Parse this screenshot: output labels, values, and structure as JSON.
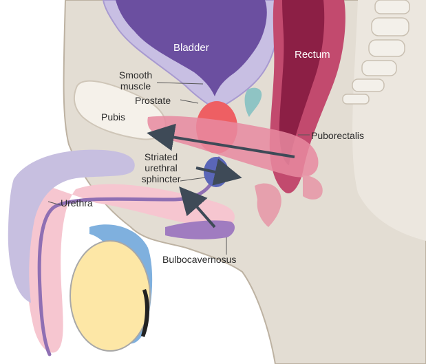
{
  "labels": {
    "bladder": "Bladder",
    "rectum": "Rectum",
    "smooth_muscle_line1": "Smooth",
    "smooth_muscle_line2": "muscle",
    "prostate": "Prostate",
    "pubis": "Pubis",
    "puborectalis": "Puborectalis",
    "striated_line1": "Striated",
    "striated_line2": "urethral",
    "striated_line3": "sphincter",
    "urethra": "Urethra",
    "bulbocavernosus": "Bulbocavernosus"
  },
  "colors": {
    "body_skin": "#e3ddd3",
    "body_outline": "#bdb2a2",
    "bladder_wall": "#a89ad0",
    "bladder_inner": "#6b4fa0",
    "rectum_outer": "#c24a6e",
    "rectum_inner": "#8c1f45",
    "pubis_bone": "#f5f1ea",
    "muscle_pink": "#e88aa0",
    "prostate": "#ee5f63",
    "sphincter_blue": "#5a66b8",
    "urethra_purple": "#8f6fb3",
    "penis_pink": "#f6c6d0",
    "testis_yellow": "#fde7a6",
    "testis_blue": "#7fb0de",
    "arrow": "#3e4a57",
    "spine": "#f3f0ea"
  }
}
